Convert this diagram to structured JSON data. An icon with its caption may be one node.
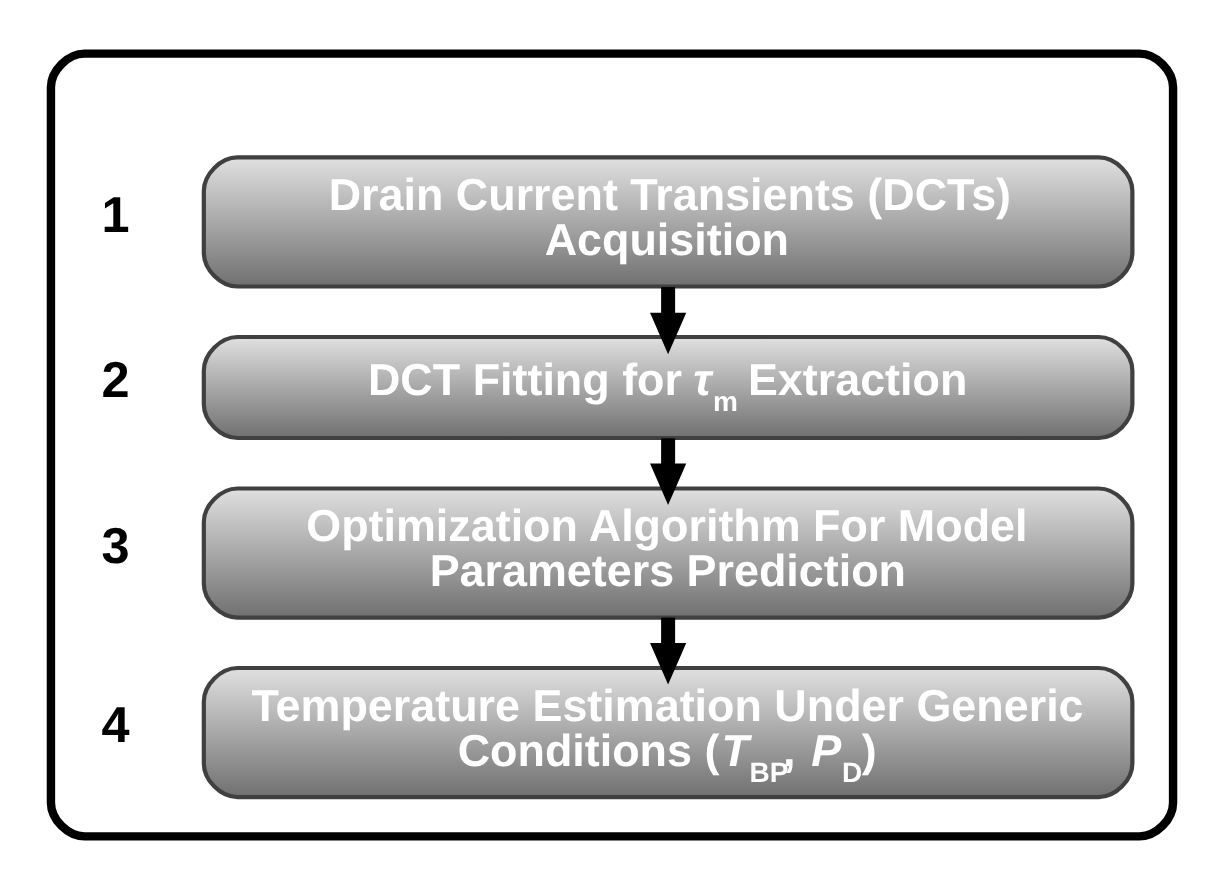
{
  "diagram": {
    "nodes": [
      {
        "text": [],
        "shape": "box"
      },
      {
        "text": [
          "Drain Current Transients (DCTs) Acquisition"
        ],
        "in": 0,
        "beside": [
          "1"
        ]
      },
      {
        "text": [
          "DCT Fitting for *τ*$_{m}$ Extraction"
        ],
        "in": 0,
        "beside": [
          "2"
        ]
      },
      {
        "text": [
          "Optimization Algorithm For Model Parameters Prediction"
        ],
        "in": 0,
        "beside": [
          "3"
        ]
      },
      {
        "text": [
          "Temperature Estimation Under Generic Conditions (*T*$_{BP}$, *P*$_{D}$)"
        ],
        "in": 0,
        "beside": [
          "4"
        ]
      }
    ],
    "edges": [
      {
        "from": 1,
        "to": 2,
        "arrow": "to"
      },
      {
        "from": 2,
        "to": 3,
        "arrow": "to"
      },
      {
        "from": 3,
        "to": 4,
        "arrow": "to"
      }
    ]
  }
}
